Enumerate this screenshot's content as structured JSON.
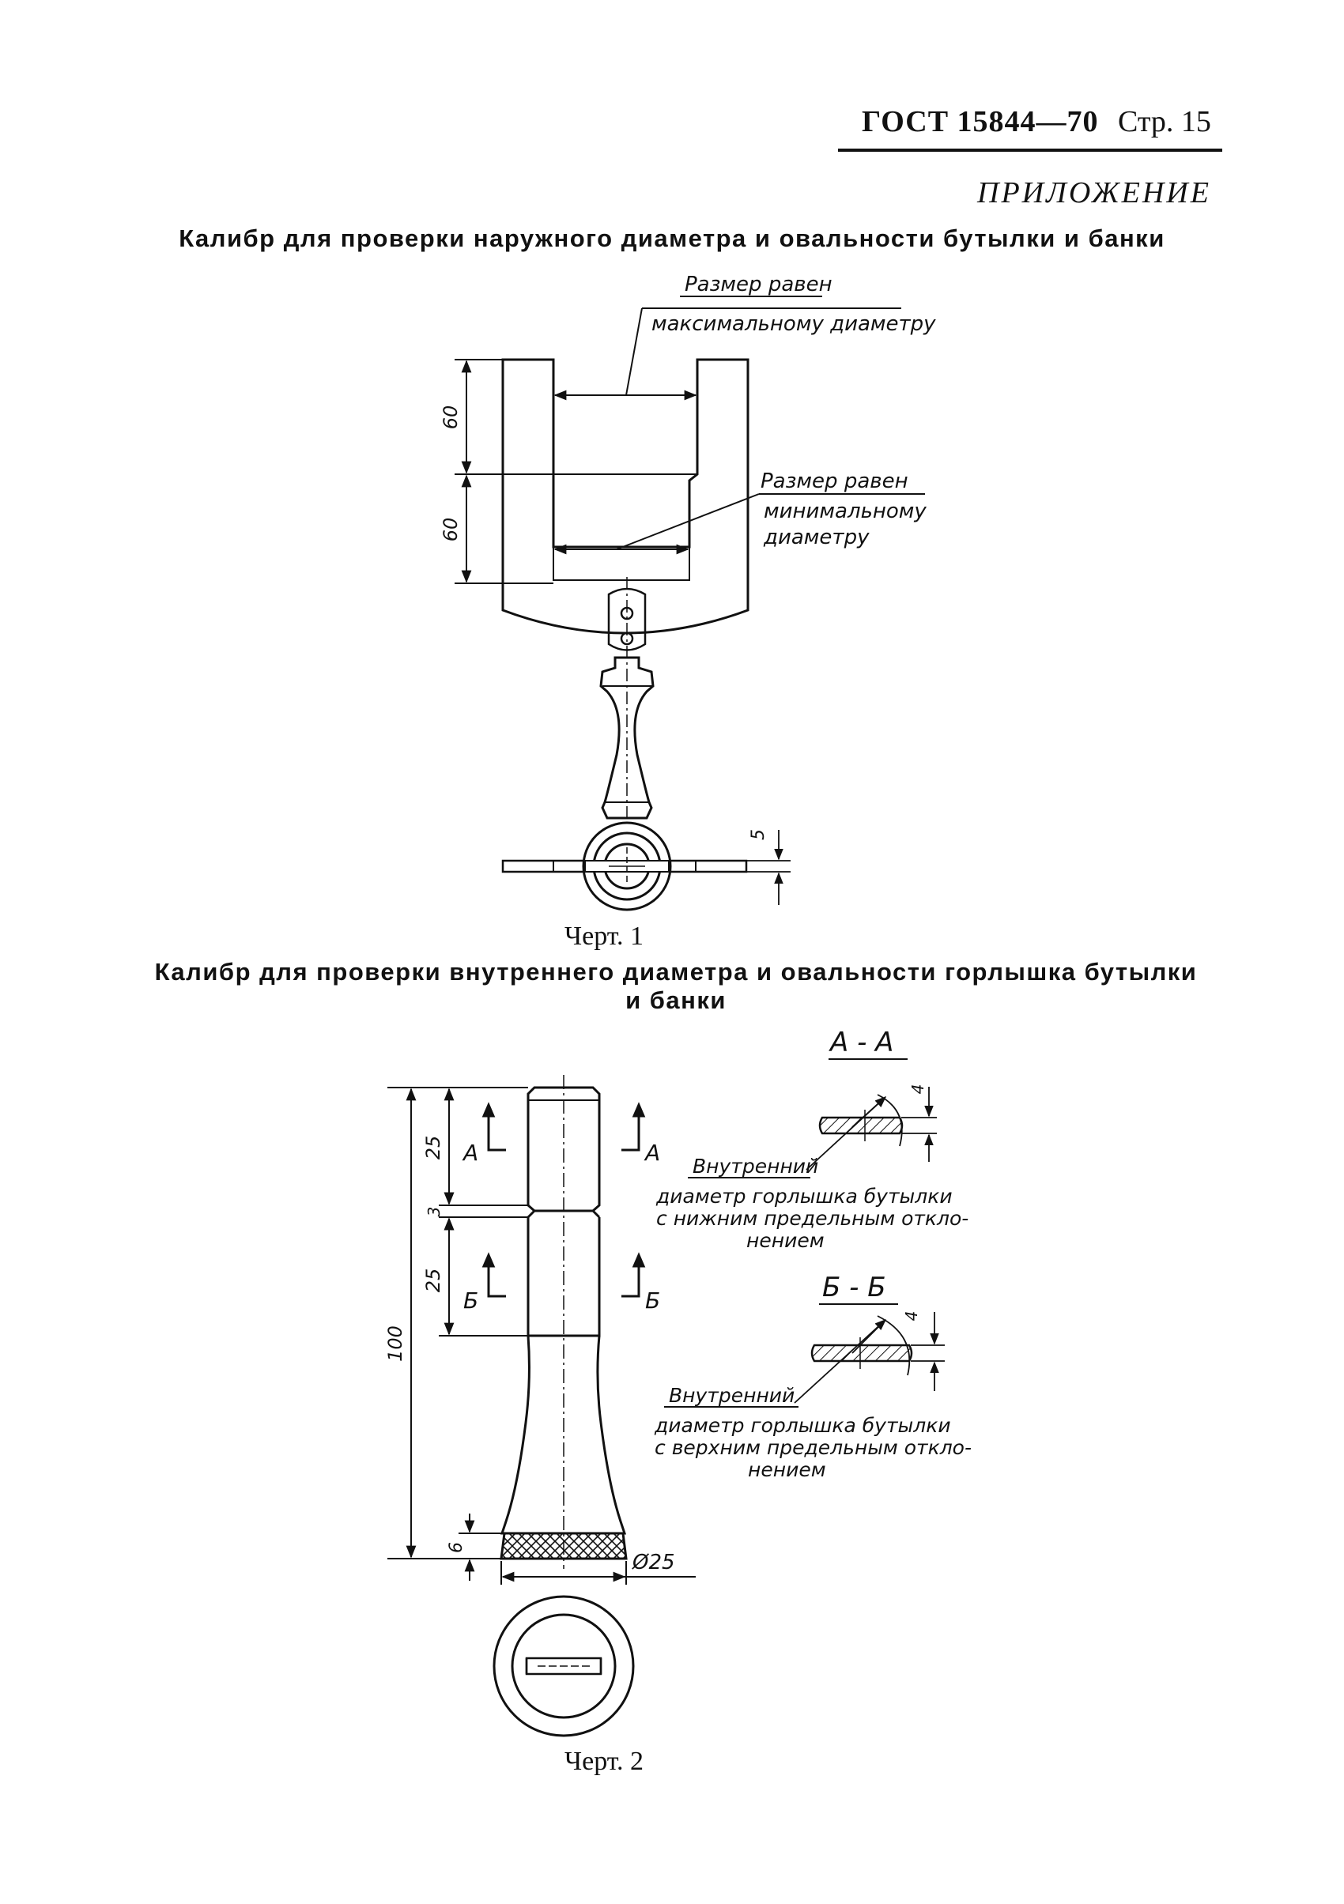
{
  "header": {
    "standard": "ГОСТ 15844—70",
    "page": "Стр. 15"
  },
  "appendix": "ПРИЛОЖЕНИЕ",
  "figure1": {
    "title": "Калибр для проверки наружного диаметра и овальности бутылки и банки",
    "label_max_line1": "Размер равен",
    "label_max_line2": "максимальному диаметру",
    "label_min_line1": "Размер равен",
    "label_min_line2": "минимальному",
    "label_min_line3": "диаметру",
    "dim_60_upper": "60",
    "dim_60_lower": "60",
    "dim_5": "5",
    "caption": "Черт. 1"
  },
  "figure2": {
    "title_line1": "Калибр для проверки внутреннего диаметра и овальности горлышка бутылки",
    "title_line2": "и банки",
    "dim_100": "100",
    "dim_25_upper": "25",
    "dim_3": "3",
    "dim_25_lower": "25",
    "dim_6": "6",
    "dim_d25": "Ø25",
    "section_a": "А",
    "section_b": "Б",
    "section_aa_title": "А - А",
    "section_bb_title": "Б - Б",
    "dim_4_a": "4",
    "dim_4_b": "4",
    "note_a_line1": "Внутренний",
    "note_a_line2": "диаметр горлышка бутылки",
    "note_a_line3": "с нижним предельным откло-",
    "note_a_line4": "нением",
    "note_b_line1": "Внутренний",
    "note_b_line2": "диаметр горлышка бутылки",
    "note_b_line3": "с верхним предельным откло-",
    "note_b_line4": "нением",
    "caption": "Черт. 2"
  }
}
